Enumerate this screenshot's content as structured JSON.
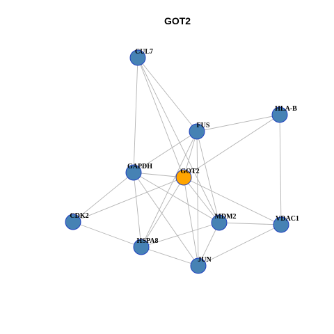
{
  "title": "GOT2",
  "colors": {
    "node": "#4682b4",
    "focus_node": "#ffa500",
    "edge": "#b3b3b3",
    "node_border": "#1f3fbf"
  },
  "graph": {
    "nodes": [
      {
        "id": "CUL7",
        "focus": false
      },
      {
        "id": "HLA-B",
        "focus": false
      },
      {
        "id": "FUS",
        "focus": false
      },
      {
        "id": "GAPDH",
        "focus": false
      },
      {
        "id": "GOT2",
        "focus": true
      },
      {
        "id": "CDK2",
        "focus": false
      },
      {
        "id": "MDM2",
        "focus": false
      },
      {
        "id": "VDAC1",
        "focus": false
      },
      {
        "id": "HSPA8",
        "focus": false
      },
      {
        "id": "JUN",
        "focus": false
      }
    ],
    "edges": [
      [
        "CUL7",
        "FUS"
      ],
      [
        "CUL7",
        "GAPDH"
      ],
      [
        "CUL7",
        "GOT2"
      ],
      [
        "CUL7",
        "MDM2"
      ],
      [
        "HLA-B",
        "FUS"
      ],
      [
        "HLA-B",
        "GOT2"
      ],
      [
        "HLA-B",
        "VDAC1"
      ],
      [
        "FUS",
        "GAPDH"
      ],
      [
        "FUS",
        "GOT2"
      ],
      [
        "FUS",
        "MDM2"
      ],
      [
        "FUS",
        "HSPA8"
      ],
      [
        "FUS",
        "JUN"
      ],
      [
        "GAPDH",
        "GOT2"
      ],
      [
        "GAPDH",
        "CDK2"
      ],
      [
        "GAPDH",
        "HSPA8"
      ],
      [
        "GAPDH",
        "MDM2"
      ],
      [
        "GAPDH",
        "JUN"
      ],
      [
        "GOT2",
        "CDK2"
      ],
      [
        "GOT2",
        "HSPA8"
      ],
      [
        "GOT2",
        "JUN"
      ],
      [
        "GOT2",
        "MDM2"
      ],
      [
        "GOT2",
        "VDAC1"
      ],
      [
        "CDK2",
        "HSPA8"
      ],
      [
        "MDM2",
        "VDAC1"
      ],
      [
        "MDM2",
        "JUN"
      ],
      [
        "MDM2",
        "HSPA8"
      ],
      [
        "HSPA8",
        "JUN"
      ],
      [
        "JUN",
        "VDAC1"
      ]
    ]
  }
}
